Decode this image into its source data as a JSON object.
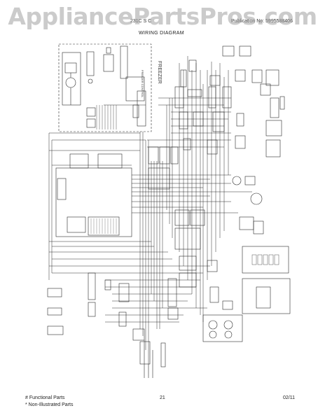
{
  "header": {
    "watermark": "AppliancePartsPros.com",
    "model": "231C S C",
    "publication": "Publication No: 5995588406",
    "title": "WIRING DIAGRAM"
  },
  "diagram": {
    "labels": {
      "freezer": "FREEZER",
      "freezer_control": "FREEZER CONTROL"
    }
  },
  "footer": {
    "functional_parts": "# Functional Parts",
    "non_illustrated": "* Non-Illustrated Parts",
    "page_number": "21",
    "date": "02/11"
  }
}
